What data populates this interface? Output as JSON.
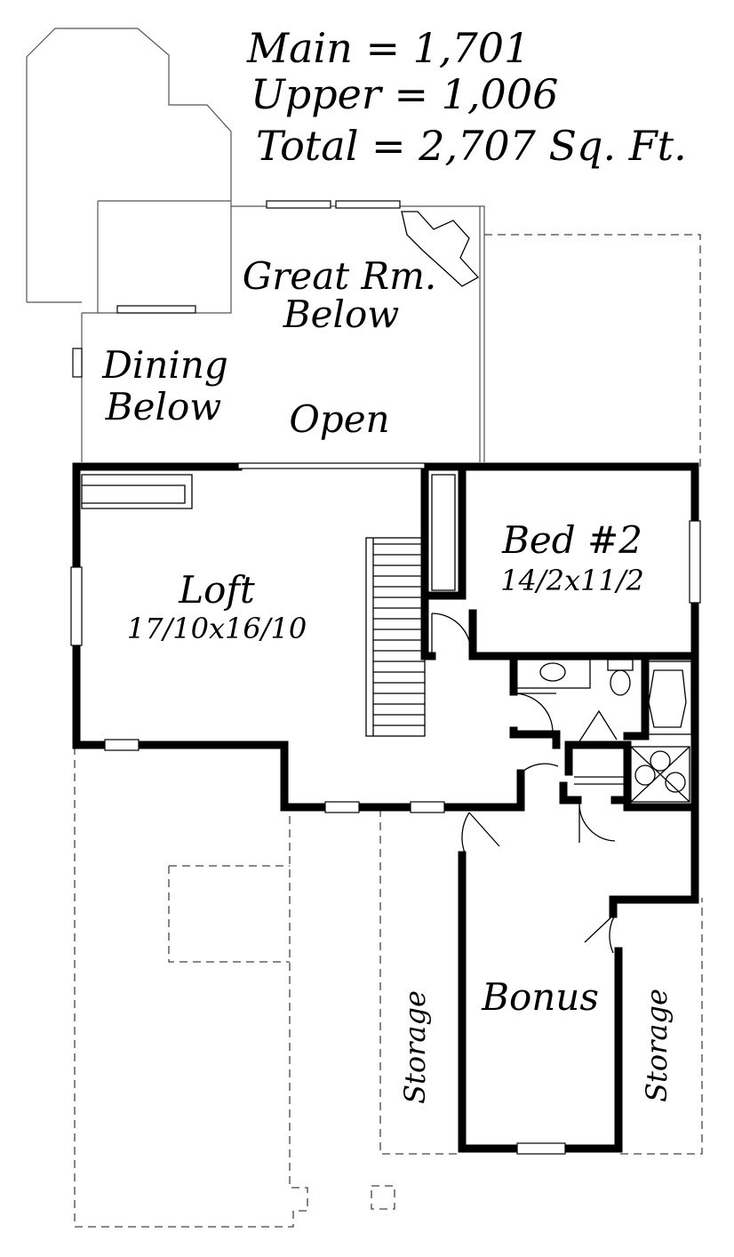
{
  "area_summary": {
    "main": "Main   = 1,701",
    "upper": "Upper = 1,006",
    "total": "Total  = 2,707 Sq. Ft."
  },
  "rooms": {
    "great_room": {
      "line1": "Great Rm.",
      "line2": "Below"
    },
    "dining": {
      "line1": "Dining",
      "line2": "Below"
    },
    "open": {
      "label": "Open"
    },
    "loft": {
      "label": "Loft",
      "dimensions": "17/10x16/10"
    },
    "bed2": {
      "label": "Bed #2",
      "dimensions": "14/2x11/2"
    },
    "bonus": {
      "label": "Bonus"
    },
    "storage_left": {
      "label": "Storage"
    },
    "storage_right": {
      "label": "Storage"
    }
  }
}
